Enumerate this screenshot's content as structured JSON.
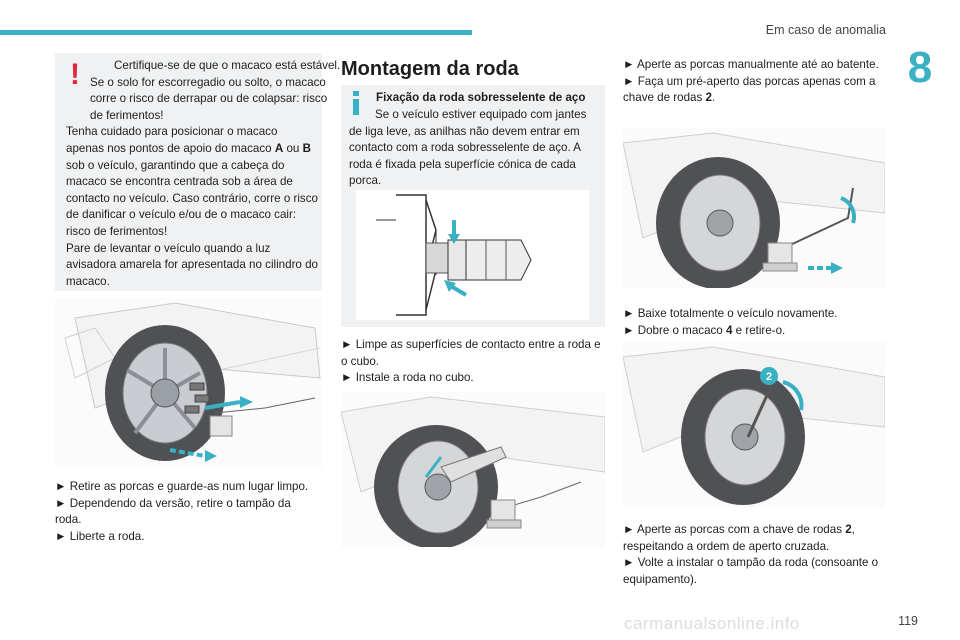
{
  "header": {
    "title": "Em caso de anomalia",
    "chapter": "8"
  },
  "warning": {
    "mark": "!",
    "lines": [
      "Certifique-se de que o macaco está estável. Se o solo for escorregadio ou solto, o macaco corre o risco de derrapar ou de colapsar: risco de ferimentos!",
      "Tenha cuidado para posicionar o macaco apenas nos pontos de apoio do macaco ",
      " ou ",
      " sob o veículo, garantindo que a cabeça do macaco se encontra centrada sob a área de contacto no veículo. Caso contrário, corre o risco de danificar o veículo e/ou de o macaco cair: risco de ferimentos!",
      "Pare de levantar o veículo quando a luz avisadora amarela for apresentada no cilindro do macaco."
    ],
    "point_a": "A",
    "point_b": "B"
  },
  "left_steps": [
    "► Retire as porcas e guarde-as num lugar limpo.",
    "► Dependendo da versão, retire o tampão da roda.",
    "► Liberte a roda."
  ],
  "section_title": "Montagem da roda",
  "info": {
    "title": "Fixação da roda sobresselente de aço",
    "text": "Se o veículo estiver equipado com jantes de liga leve, as anilhas não devem entrar em contacto com a roda sobresselente de aço. A roda é fixada pela superfície cónica de cada porca."
  },
  "middle_steps": [
    "► Limpe as superfícies de contacto entre a roda e o cubo.",
    "► Instale a roda no cubo."
  ],
  "right_steps_top": {
    "line1": "► Aperte as porcas manualmente até ao batente.",
    "line2_pre": "► Faça um pré-aperto das porcas apenas com a chave de rodas ",
    "line2_num": "2",
    "line2_post": "."
  },
  "right_steps_mid": {
    "line1": "► Baixe totalmente o veículo novamente.",
    "line2_pre": "► Dobre o macaco ",
    "line2_num": "4",
    "line2_post": " e retire-o."
  },
  "right_steps_bottom": {
    "line1_pre": "► Aperte as porcas com a chave de rodas ",
    "line1_num": "2",
    "line1_post": ", respeitando a ordem de aperto cruzada.",
    "line2": "► Volte a instalar o tampão da roda (consoante o equipamento)."
  },
  "badge_label": "2",
  "page_number": "119",
  "watermark": "carmanualsonline.info",
  "colors": {
    "accent": "#3ab0c4",
    "warning": "#e2263b",
    "info": "#3ab0c4",
    "box": "#f0f1f2"
  }
}
